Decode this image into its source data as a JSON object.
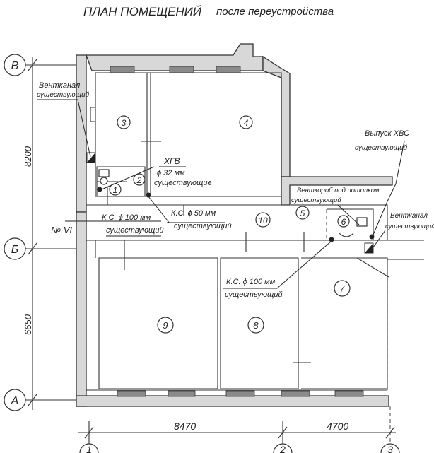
{
  "title": {
    "main": "ПЛАН ПОМЕЩЕНИЙ",
    "sub": "после переустройства"
  },
  "axes": {
    "B_top": "В",
    "B_mid": "Б",
    "A_bottom": "А",
    "one": "1",
    "two": "2",
    "three": "3"
  },
  "dimensions": {
    "vertical_top": "8200",
    "vertical_bottom": "6650",
    "horizontal_left": "8470",
    "horizontal_right": "4700"
  },
  "rooms": [
    "3",
    "4",
    "2",
    "1",
    "10",
    "5",
    "6",
    "9",
    "8",
    "7"
  ],
  "annotations": {
    "ventkanal_left_1": "Вентканал",
    "ventkanal_left_2": "существующий",
    "hgv": "ХГВ",
    "pipe32_1": "ϕ 32 мм",
    "pipe32_2": "существующие",
    "vypusk_1": "Выпуск ХВС",
    "vypusk_2": "существующий",
    "ventkorob_1": "Венткороб под потолком",
    "ventkorob_2": "существующий",
    "ventkanal_right_1": "Вентканал",
    "ventkanal_right_2": "существующий",
    "ks100_left_1": "К.С. ϕ 100 мм",
    "ks100_left_2": "существующий",
    "ks50_1": "К.С. ϕ 50 мм",
    "ks50_2": "существующий",
    "no_vi": "№ VI",
    "ks100_bottom_1": "К.С. ϕ 100 мм",
    "ks100_bottom_2": "существующий"
  }
}
